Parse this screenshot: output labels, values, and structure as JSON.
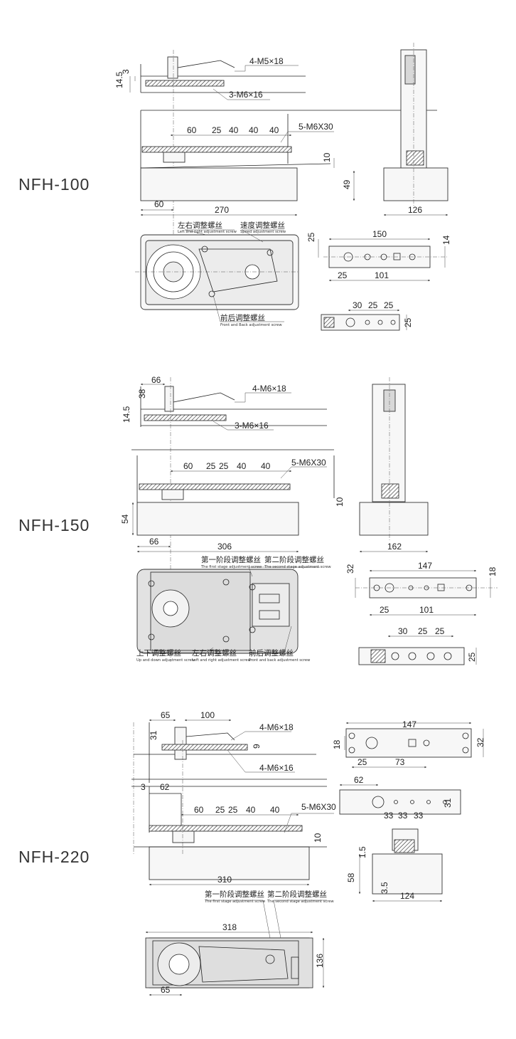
{
  "models": [
    {
      "id": "nfh100",
      "title": "NFH-100",
      "dims": {
        "d145": "14.5",
        "d3": "3",
        "m5": "4-M5×18",
        "m6a": "3-M6×16",
        "d60": "60",
        "d25": "25",
        "d40a": "40",
        "d40b": "40",
        "d40c": "40",
        "m6x30": "5-M6X30",
        "d10": "10",
        "d49": "49",
        "d60b": "60",
        "d270": "270",
        "d126": "126",
        "d150": "150",
        "d25v": "25",
        "d14": "14",
        "d25b": "25",
        "d101": "101",
        "d30": "30",
        "d25c": "25",
        "d25d": "25",
        "d25e": "25"
      },
      "labels": {
        "lr_cn": "左右调整螺丝",
        "lr_en": "Left and right adjustment screw",
        "speed_cn": "速度调整螺丝",
        "speed_en": "Speed adjustment screw",
        "fb_cn": "前后调整螺丝",
        "fb_en": "Front and Back adjustment screw"
      }
    },
    {
      "id": "nfh150",
      "title": "NFH-150",
      "dims": {
        "d66": "66",
        "d38": "38",
        "d145": "14.5",
        "m6a": "4-M6×18",
        "m6b": "3-M6×16",
        "d60": "60",
        "d25a": "25",
        "d25b": "25",
        "d40a": "40",
        "d40b": "40",
        "m6x30": "5-M6X30",
        "d10": "10",
        "d54": "54",
        "d66b": "66",
        "d306": "306",
        "d162": "162",
        "d147": "147",
        "d32": "32",
        "d18": "18",
        "d25c": "25",
        "d101": "101",
        "d30": "30",
        "d25d": "25",
        "d25e": "25",
        "d25f": "25"
      },
      "labels": {
        "s1_cn": "第一阶段调整螺丝",
        "s1_en": "The first stage adjustment screw",
        "s2_cn": "第二阶段调整螺丝",
        "s2_en": "The second stage adjustment screw",
        "ud_cn": "上下调整螺丝",
        "ud_en": "Up and down adjustment screw",
        "lr_cn": "左右调整螺丝",
        "lr_en": "Left and right adjustment screw",
        "fb_cn": "前后调整螺丝",
        "fb_en": "Front and back adjustment screw"
      }
    },
    {
      "id": "nfh220",
      "title": "NFH-220",
      "dims": {
        "d65": "65",
        "d100": "100",
        "d31": "31",
        "m6a": "4-M6×18",
        "d9": "9",
        "m6b": "4-M6×16",
        "d147": "147",
        "d18": "18",
        "d32": "32",
        "d25": "25",
        "d73": "73",
        "d3": "3",
        "d62": "62",
        "d62b": "62",
        "d33a": "33",
        "d33b": "33",
        "d33c": "33",
        "d31b": "31",
        "d60": "60",
        "d25a": "25",
        "d25b": "25",
        "d40a": "40",
        "d40b": "40",
        "m6x30": "5-M6X30",
        "d10": "10",
        "d15": "1.5",
        "d58": "58",
        "d35": "3.5",
        "d310": "310",
        "d124": "124",
        "d318": "318",
        "d136": "136",
        "d65b": "65"
      },
      "labels": {
        "s1_cn": "第一阶段调整螺丝",
        "s1_en": "The first stage adjustment screw",
        "s2_cn": "第二阶段调整螺丝",
        "s2_en": "The second stage adjustment screw"
      }
    }
  ]
}
